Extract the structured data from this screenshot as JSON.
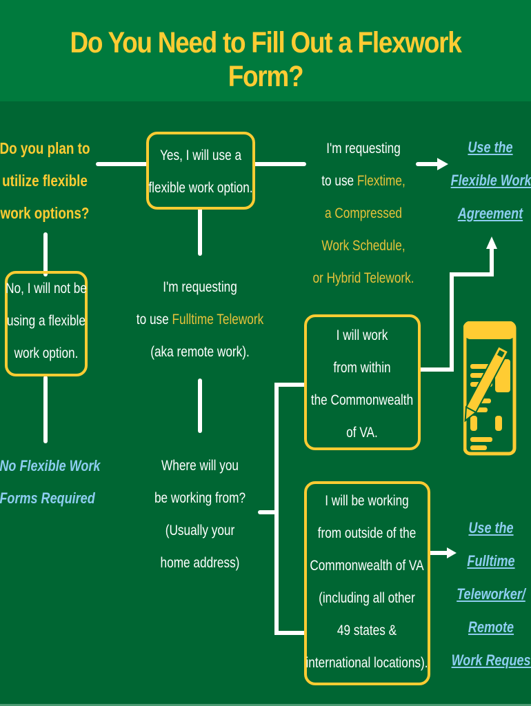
{
  "title": "Do You Need to Fill Out a Flexwork Form?",
  "colors": {
    "header_bg": "#007A3D",
    "body_bg": "#006633",
    "accent_yellow": "#FFCC33",
    "link_blue": "#8ECDF0",
    "text_white": "#FFFFFF"
  },
  "question": [
    "Do you plan to",
    "utilize flexible",
    "work options?"
  ],
  "yes_option": [
    "Yes, I will use a",
    "flexible work option."
  ],
  "no_option": [
    "No, I will not be",
    "using a flexible",
    "work option."
  ],
  "no_result": [
    "No Flexible Work",
    "Forms Required"
  ],
  "flextime_request": {
    "lines": [
      "I'm requesting",
      "to use ",
      "Flextime,",
      "a Compressed",
      "Work Schedule,",
      "or Hybrid Telework."
    ]
  },
  "fulltime_request": {
    "lines": [
      "I'm requesting",
      "to use ",
      "Fulltime Telework",
      "(aka remote work)."
    ]
  },
  "where_question": [
    "Where will you",
    "be working from?",
    "(Usually your",
    "home address)"
  ],
  "within_va": [
    "I will work",
    "from within",
    "the Commonwealth",
    "of VA."
  ],
  "outside_va": [
    "I will be working",
    "from outside of the",
    "Commonwealth of VA",
    "(including all other",
    "49 states &",
    "international locations)."
  ],
  "link_flexible": [
    "Use the",
    "Flexible Work",
    "Agreement"
  ],
  "link_fulltime": [
    "Use the",
    "Fulltime",
    "Teleworker/",
    "Remote",
    "Work Request"
  ],
  "icons": {
    "form": "form-with-pencil-icon",
    "arrow": "arrow-right-icon"
  }
}
